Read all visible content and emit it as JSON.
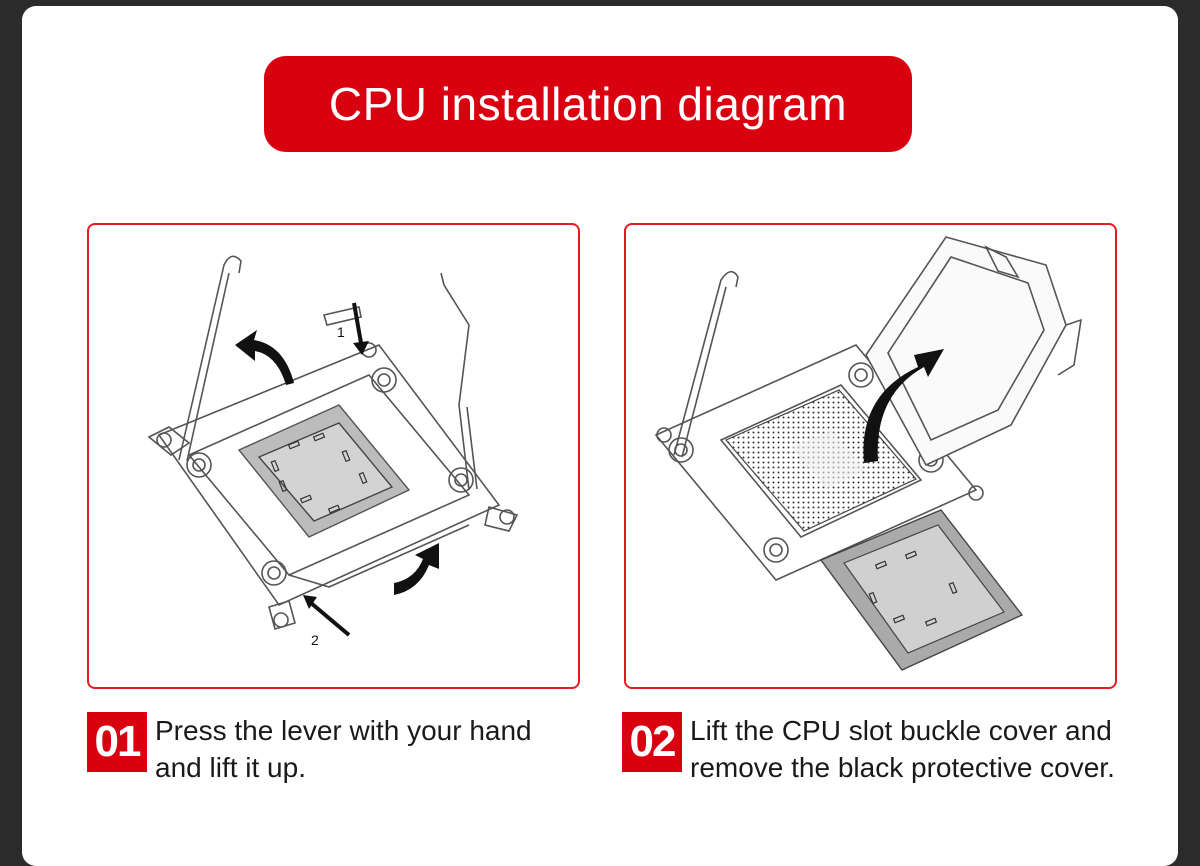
{
  "title": "CPU installation diagram",
  "colors": {
    "accent": "#d90010",
    "panel_border": "#e31b23",
    "background": "#ffffff"
  },
  "panels": [
    {
      "callouts": [
        "1",
        "2"
      ],
      "step_number": "01",
      "step_text": "Press the lever with your hand and lift it up."
    },
    {
      "step_number": "02",
      "step_text": "Lift the CPU slot buckle cover and remove the black protective cover."
    }
  ]
}
